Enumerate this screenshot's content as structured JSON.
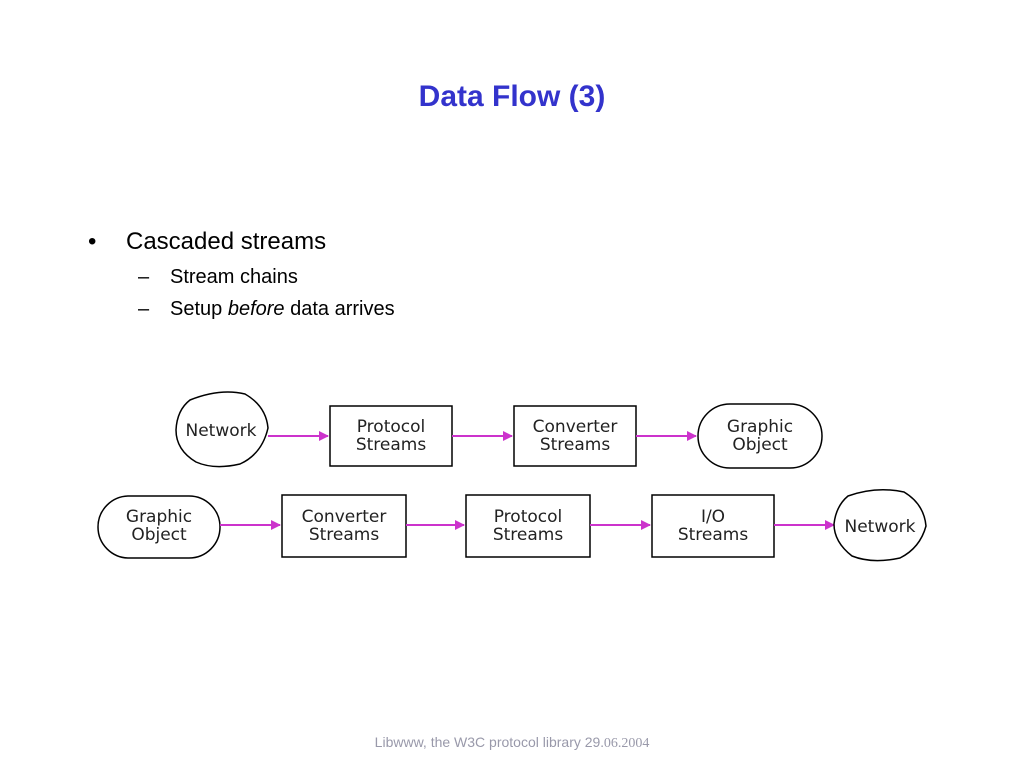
{
  "slide": {
    "title": "Data Flow (3)",
    "bullet": "Cascaded streams",
    "sub1": "Stream chains",
    "sub2_pre": "Setup ",
    "sub2_em": "before",
    "sub2_post": " data arrives",
    "bullet_glyph": "•",
    "dash_glyph": "–"
  },
  "diagram": {
    "arrow_color": "#cc33cc",
    "row1": {
      "n1": "Network",
      "n2_l1": "Protocol",
      "n2_l2": "Streams",
      "n3_l1": "Converter",
      "n3_l2": "Streams",
      "n4_l1": "Graphic",
      "n4_l2": "Object"
    },
    "row2": {
      "n1_l1": "Graphic",
      "n1_l2": "Object",
      "n2_l1": "Converter",
      "n2_l2": "Streams",
      "n3_l1": "Protocol",
      "n3_l2": "Streams",
      "n4_l1": "I/O",
      "n4_l2": "Streams",
      "n5": "Network"
    }
  },
  "footer": {
    "text": "Libwww, the W3C protocol library 29",
    "date": ".06.2004"
  }
}
